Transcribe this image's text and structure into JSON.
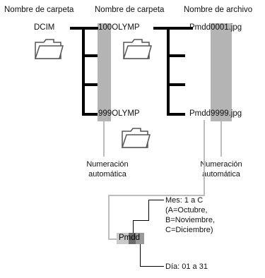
{
  "headers": {
    "col1": "Nombre de carpeta",
    "col2": "Nombre de carpeta",
    "col3": "Nombre de archivo"
  },
  "labels": {
    "dcim": "DCIM",
    "folder_first_prefix": "100",
    "folder_first_suffix": "OLYMP",
    "folder_last_prefix": "999",
    "folder_last_suffix": "OLYMP",
    "file_first_prefix": "Pmdd",
    "file_first_number": "0001",
    "file_first_ext": ".jpg",
    "file_last_prefix": "Pmdd",
    "file_last_number": "9999",
    "file_last_ext": ".jpg"
  },
  "notes": {
    "auto_num_1_line1": "Numeración",
    "auto_num_1_line2": "automática",
    "auto_num_2_line1": "Numeración",
    "auto_num_2_line2": "automática"
  },
  "detail": {
    "pmdd": "Pmdd",
    "mes_line1": "Mes: 1 a C",
    "mes_line2": "(A=Octubre,",
    "mes_line3": "B=Noviembre,",
    "mes_line4": "C=Diciembre)",
    "dia": "Día: 01 a 31"
  },
  "colors": {
    "tree_line": "#000000",
    "number_highlight": "#b4b4b4",
    "connector": "#bdbdbd",
    "mm_box": "#6a6a6a",
    "dd_box": "#9a9a9a",
    "p_box": "#c9c9c9"
  },
  "icons": [
    "folder-icon",
    "folder-icon",
    "folder-icon",
    "folder-icon"
  ]
}
